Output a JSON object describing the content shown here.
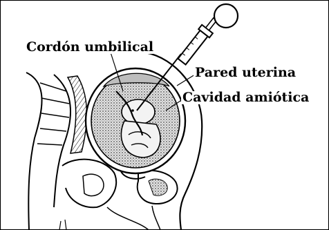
{
  "labels": {
    "umbilical_cord": "Cordón umbilical",
    "uterine_wall": "Pared uterina",
    "amniotic_cavity": "Cavidad amiótica"
  },
  "colors": {
    "ink": "#000000",
    "background": "#ffffff",
    "stipple": "#5a5a5a"
  }
}
